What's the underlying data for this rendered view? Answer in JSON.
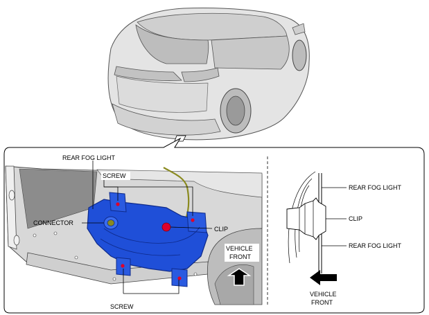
{
  "labels": {
    "rear_fog_light": "REAR FOG LIGHT",
    "screw_top": "SCREW",
    "connector": "CONNECTOR",
    "clip_left": "CLIP",
    "screw_bottom": "SCREW",
    "vehicle_front_upper_1": "VEHICLE",
    "vehicle_front_upper_2": "FRONT",
    "side_rear_fog_light_top": "REAR FOG LIGHT",
    "side_clip": "CLIP",
    "side_rear_fog_light_bottom": "REAR FOG LIGHT",
    "vehicle_front_lower_1": "VEHICLE",
    "vehicle_front_lower_2": "FRONT"
  },
  "colors": {
    "part_blue": "#1f4fd8",
    "part_blue_dark": "#0e2a8a",
    "clip_red": "#e0002a",
    "harness": "#8a8a20",
    "body_gray": "#d6d6d6",
    "line": "#000000"
  }
}
